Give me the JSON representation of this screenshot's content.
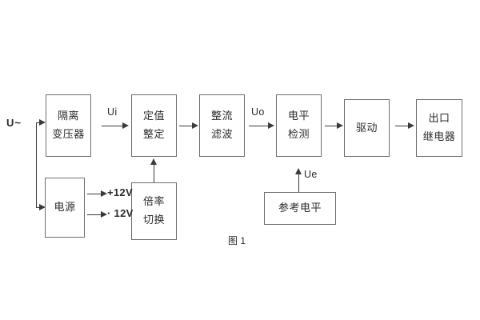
{
  "figure": {
    "caption": "图 1",
    "source_label": "U~",
    "blocks": [
      {
        "id": "isolation-transformer",
        "lines": [
          "隔离",
          "变压器"
        ]
      },
      {
        "id": "setting-value",
        "lines": [
          "定值",
          "整定"
        ]
      },
      {
        "id": "rectify-filter",
        "lines": [
          "整流",
          "滤波"
        ]
      },
      {
        "id": "level-detection",
        "lines": [
          "电平",
          "检测"
        ]
      },
      {
        "id": "driver",
        "lines": [
          "驱动"
        ]
      },
      {
        "id": "output-relay",
        "lines": [
          "出口",
          "继电器"
        ]
      },
      {
        "id": "power-supply",
        "lines": [
          "电源"
        ]
      },
      {
        "id": "multiplier-switch",
        "lines": [
          "倍率",
          "切换"
        ]
      },
      {
        "id": "reference-level",
        "lines": [
          "参考电平"
        ]
      }
    ],
    "signals": {
      "ui": "Ui",
      "uo": "Uo",
      "ue": "Ue"
    },
    "power_rails": {
      "positive": "+12V",
      "negative": "· 12V"
    },
    "colors": {
      "box_border": "#6e6e6e",
      "line": "#3a3a3a",
      "text": "#2b2b2b",
      "background": "#ffffff"
    }
  }
}
